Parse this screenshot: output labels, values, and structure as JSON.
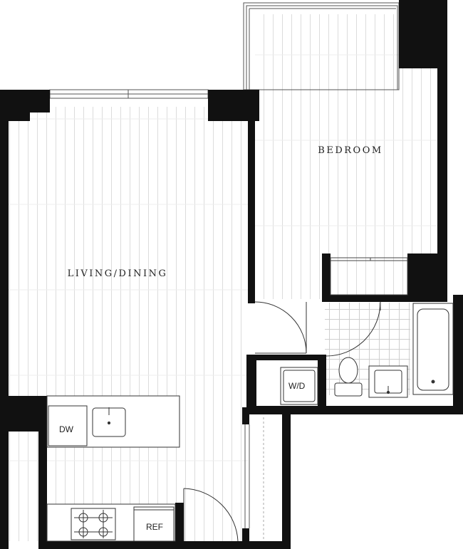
{
  "plan": {
    "rooms": {
      "living_dining": "LIVING/DINING",
      "bedroom": "BEDROOM"
    },
    "fixtures": {
      "dishwasher": "DW",
      "washer_dryer": "W/D",
      "refrigerator": "REF"
    },
    "colors": {
      "wall": "#111111",
      "floor_line": "#d9d9d9",
      "fixture_line": "#333333",
      "background": "#ffffff"
    }
  }
}
